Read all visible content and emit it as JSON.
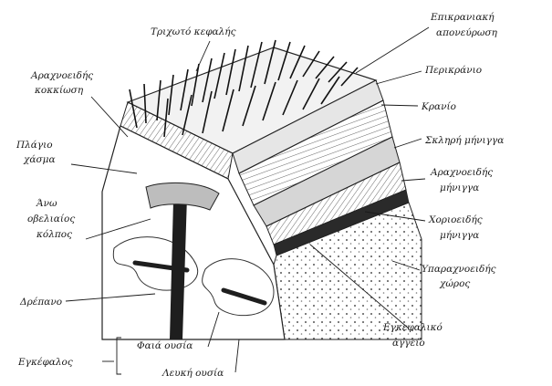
{
  "labels": {
    "hair": "Τριχωτό κεφαλής",
    "galea_1": "Επικρανιακή",
    "galea_2": "απονεύρωση",
    "pericranium": "Περικράνιο",
    "skull": "Κρανίο",
    "arachnoid_granulation_1": "Αραχνοειδής",
    "arachnoid_granulation_2": "κοκκίωση",
    "lateral_lacuna_1": "Πλάγιο",
    "lateral_lacuna_2": "χάσμα",
    "dura_mater": "Σκληρή μήνιγγα",
    "arachnoid_mater_1": "Αραχνοειδής",
    "arachnoid_mater_2": "μήνιγγα",
    "superior_sinus_1": "Άνω",
    "superior_sinus_2": "οβελιαίος",
    "superior_sinus_3": "κόλπος",
    "pia_mater_1": "Χοριοειδής",
    "pia_mater_2": "μήνιγγα",
    "falx": "Δρέπανο",
    "subarachnoid_1": "Υπαραχνοειδής",
    "subarachnoid_2": "χώρος",
    "cerebral_vessel_1": "Εγκεφαλικό",
    "cerebral_vessel_2": "αγγείο",
    "brain": "Εγκέφαλος",
    "grey_matter": "Φαιά ουσία",
    "white_matter": "Λευκή ουσία"
  }
}
